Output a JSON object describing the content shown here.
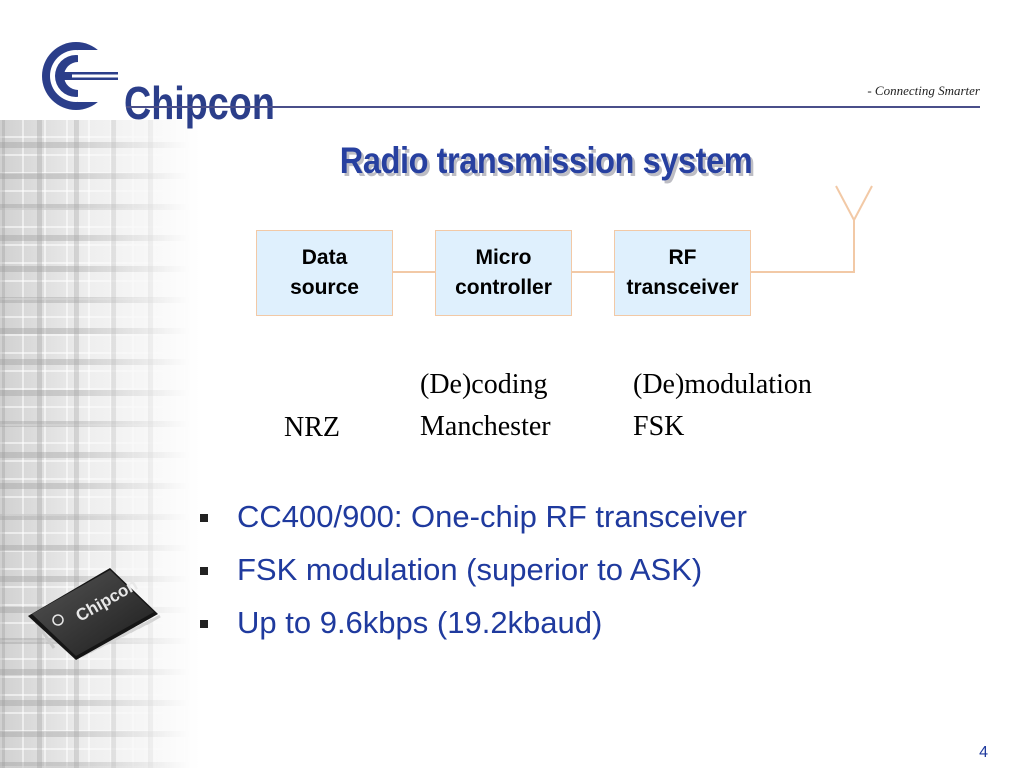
{
  "header": {
    "brand": "Chipcon",
    "tagline": "- Connecting Smarter"
  },
  "slide": {
    "title": "Radio transmission system",
    "page_number": "4"
  },
  "diagram": {
    "blocks": [
      {
        "line1": "Data",
        "line2": "source"
      },
      {
        "line1": "Micro",
        "line2": "controller"
      },
      {
        "line1": "RF",
        "line2": "transceiver"
      }
    ],
    "annotations": {
      "nrz": "NRZ",
      "coding_label": "(De)coding",
      "coding_value": "Manchester",
      "modulation_label": "(De)modulation",
      "modulation_value": "FSK"
    }
  },
  "bullets": [
    "CC400/900: One-chip RF transceiver",
    "FSK modulation (superior to ASK)",
    "Up to 9.6kbps (19.2kbaud)"
  ],
  "chip": {
    "label": "Chipcon"
  },
  "colors": {
    "brand_blue": "#2b3e8a",
    "title_blue": "#2740a0",
    "bullet_blue": "#1f3a9e",
    "block_fill": "#dff0fd",
    "block_border": "#f2c9a6"
  },
  "icons": {
    "logo": "chipcon-logo-icon",
    "antenna": "antenna-icon",
    "bullet": "square-bullet-icon",
    "chip": "chip-icon"
  }
}
